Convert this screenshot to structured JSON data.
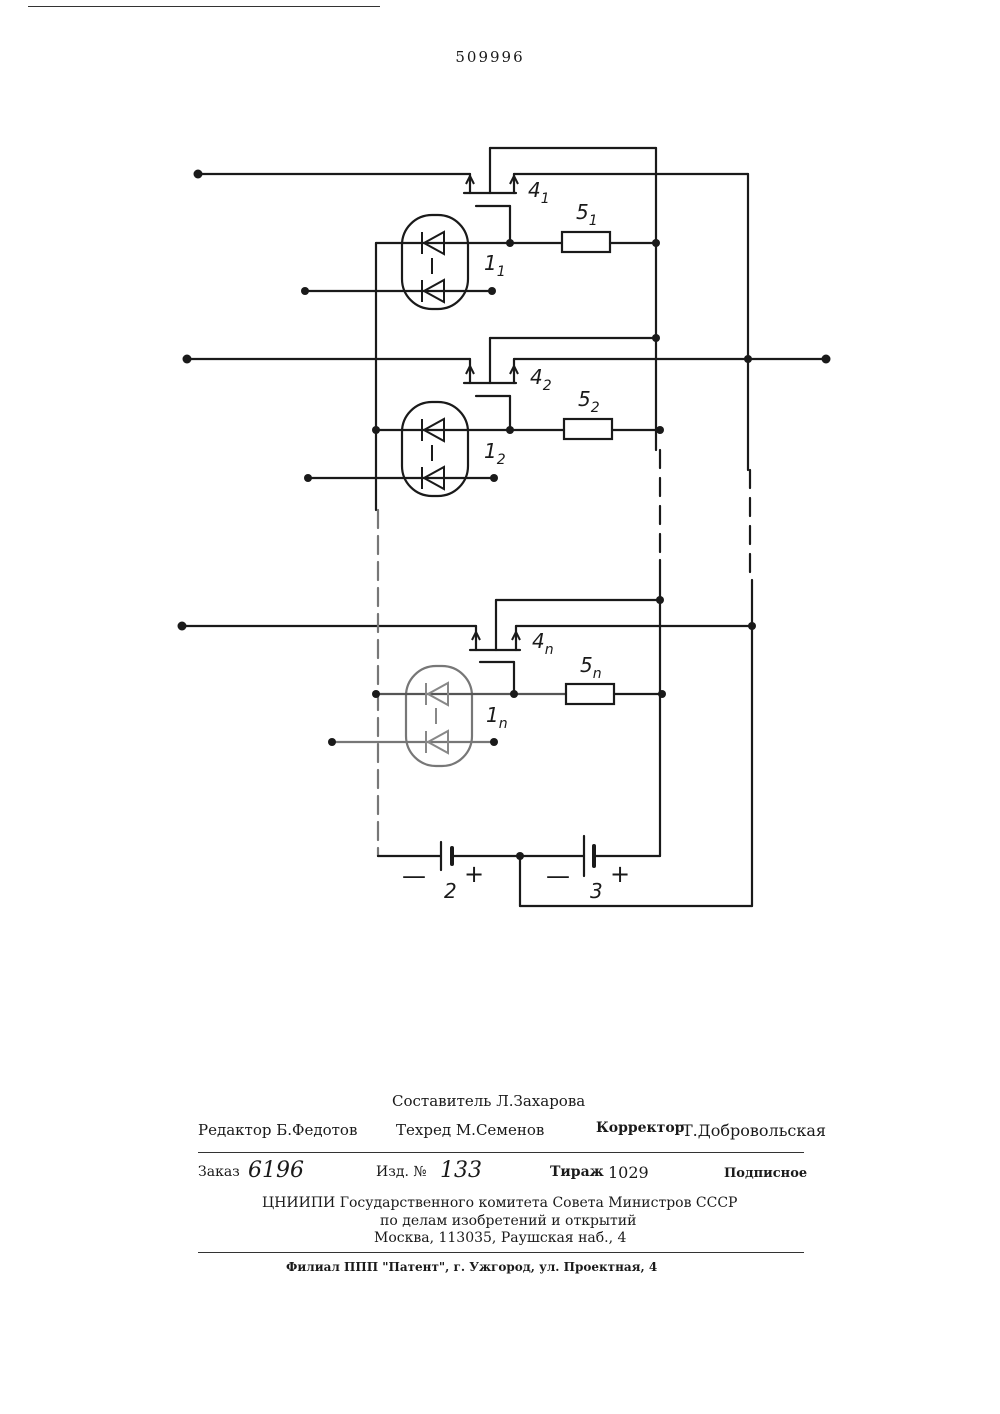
{
  "header": {
    "patent_number": "509996"
  },
  "schematic": {
    "labels": {
      "k1_main": "4",
      "k1_sub": "1",
      "r1_main": "5",
      "r1_sub": "1",
      "o1_main": "1",
      "o1_sub": "1",
      "k2_main": "4",
      "k2_sub": "2",
      "r2_main": "5",
      "r2_sub": "2",
      "o2_main": "1",
      "o2_sub": "2",
      "kn_main": "4",
      "kn_sub": "n",
      "rn_main": "5",
      "rn_sub": "n",
      "on_main": "1",
      "on_sub": "n",
      "bat2_minus": "—",
      "bat2_num": "2",
      "bat2_plus": "+",
      "bat3_minus": "—",
      "bat3_num": "3",
      "bat3_plus": "+"
    }
  },
  "imprint": {
    "compiler": "Составитель Л.Захарова",
    "editor": "Редактор Б.Федотов",
    "techred": "Техред М.Семенов",
    "corrector": "Корректор",
    "corrector_name": "Т.Добровольская",
    "order_label": "Заказ",
    "order_value": "6196",
    "izd_label": "Изд. №",
    "izd_value": "133",
    "tirazh_label": "Тираж",
    "tirazh_value": "1029",
    "podpisnoe": "Подписное",
    "org_line1": "ЦНИИПИ Государственного комитета Совета Министров СССР",
    "org_line2": "по делам изобретений и открытий",
    "org_line3": "Москва, 113035, Раушская наб., 4",
    "branch": "Филиал ППП \"Патент\", г. Ужгород, ул. Проектная, 4"
  }
}
